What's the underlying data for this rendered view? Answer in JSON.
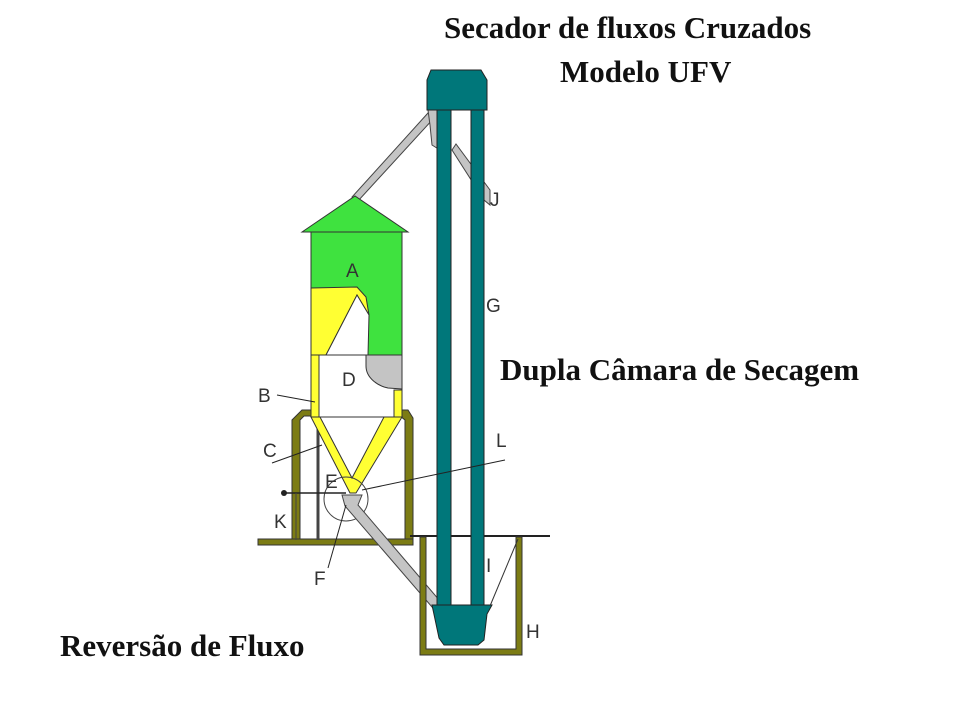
{
  "titles": {
    "main_line1": "Secador de fluxos Cruzados",
    "main_line2": "Modelo UFV",
    "middle": "Dupla Câmara de Secagem",
    "bottom": "Reversão de Fluxo"
  },
  "labels": {
    "A": "A",
    "B": "B",
    "C": "C",
    "D": "D",
    "E": "E",
    "F": "F",
    "G": "G",
    "H": "H",
    "I": "I",
    "J": "J",
    "K": "K",
    "L": "L"
  },
  "colors": {
    "green": "#3fe23f",
    "yellow": "#ffff33",
    "teal": "#00777a",
    "olive": "#7c7c14",
    "gray": "#c4c4c4"
  }
}
